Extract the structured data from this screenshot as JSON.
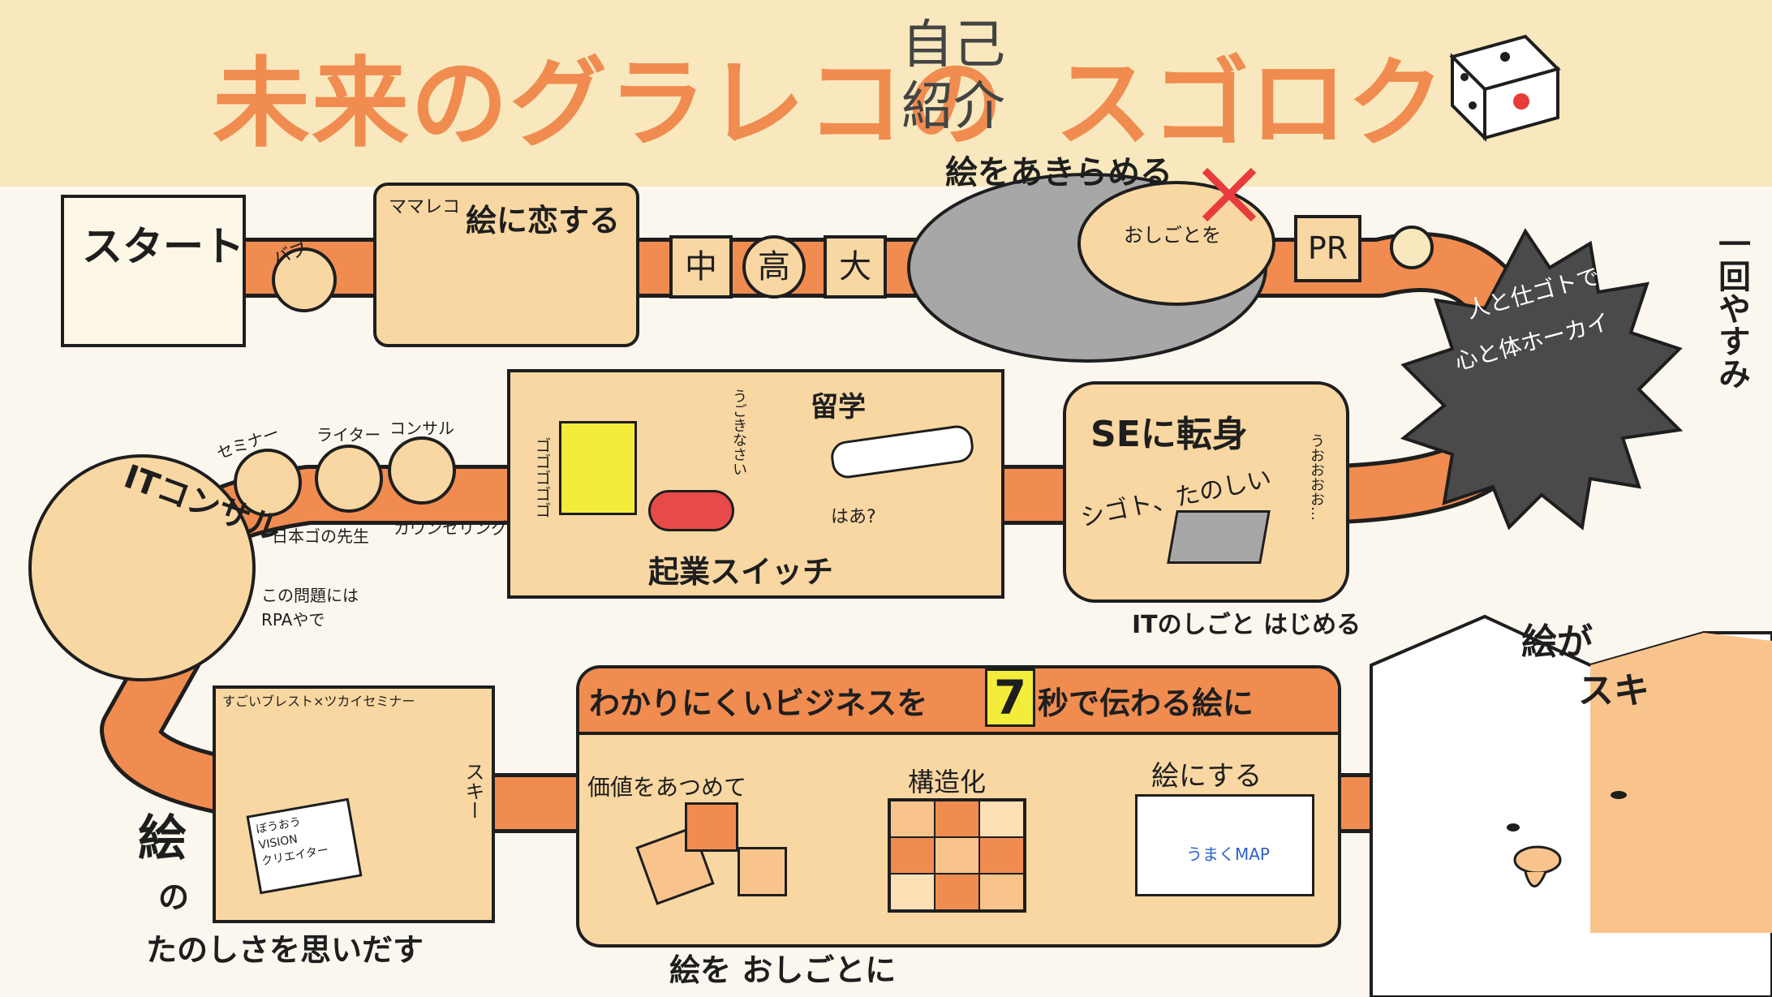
{
  "title": {
    "part1": "未来のグラレコの",
    "self_intro_line1": "自己",
    "self_intro_line2": "紹介",
    "part2": "スゴロク"
  },
  "start": {
    "label": "スタート"
  },
  "babu": "バブ",
  "mamareko": "ママレコ",
  "love_drawing": "絵に恋する",
  "schools": [
    "中",
    "高",
    "大"
  ],
  "give_up": {
    "title": "絵をあきらめる",
    "sub": "おしごとを"
  },
  "pr": "PR",
  "break": {
    "line1": "人と仕ゴトで",
    "line2": "心と体ホーカイ",
    "rest": "一回やすみ"
  },
  "se_switch": {
    "title": "SEに転身",
    "sub": "シゴト、たのしい",
    "shout": "うおおおお…",
    "caption": "ITのしごと はじめる"
  },
  "startup": {
    "title": "起業スイッチ",
    "study_abroad": "留学",
    "sorry": "うごきなさい",
    "haa": "はあ?",
    "sound": "ゴゴゴゴゴ"
  },
  "roles": {
    "seminar": "セミナー",
    "writer": "ライター",
    "consul": "コンサル",
    "teacher": "日本ゴの先生",
    "counseling": "カウンセリング"
  },
  "it_consul": {
    "title": "ITコンサル",
    "note_line1": "この問題には",
    "note_line2": "RPAやで"
  },
  "seminar_box": {
    "header": "すごいブレスト×ツカイセミナー",
    "like": "スキー",
    "paper_line1": "ぼうおう",
    "paper_line2": "VISION",
    "paper_line3": "クリエイター"
  },
  "draw_again": {
    "line1": "絵",
    "line2": "の",
    "line3": "たのしさを思いだす"
  },
  "business": {
    "header_pre": "わかりにくいビジネスを",
    "header_num": "7",
    "header_post": "秒で伝わる絵に",
    "step1": "価値をあつめて",
    "step2": "構造化",
    "step3": "絵にする",
    "map_label": "うまくMAP",
    "caption": "絵を おしごとに"
  },
  "like_drawing": {
    "line1": "絵が",
    "line2": "スキ"
  },
  "colors": {
    "orange": "#f08c50",
    "tan": "#f9d7a2",
    "band": "#f9e8bd",
    "red": "#e83b3b",
    "gray": "#a7a7a7",
    "dark": "#4a4a4a"
  },
  "icons": [
    "dice-icon",
    "cat-icon",
    "puzzle-icon",
    "airplane-icon",
    "laptop-icon",
    "cross-mark-icon",
    "arrow-icon"
  ]
}
